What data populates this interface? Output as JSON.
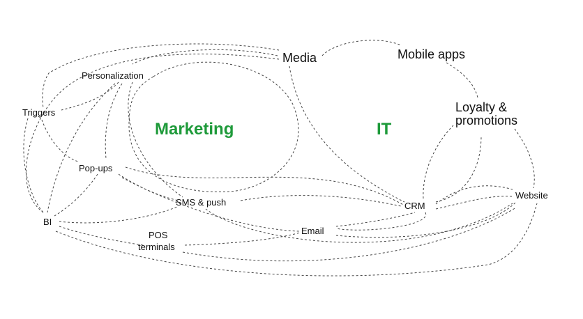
{
  "regions": {
    "marketing": {
      "label": "Marketing",
      "color": "#1e9a3a"
    },
    "it": {
      "label": "IT",
      "color": "#1e9a3a"
    }
  },
  "nodes": {
    "media": "Media",
    "mobile_apps": "Mobile apps",
    "personalization": "Personalization",
    "triggers": "Triggers",
    "loyalty_line1": "Loyalty &",
    "loyalty_line2": "promotions",
    "popups": "Pop-ups",
    "sms_push": "SMS & push",
    "crm": "CRM",
    "website": "Website",
    "bi": "BI",
    "email": "Email",
    "pos_line1": "POS",
    "pos_line2": "terminals"
  }
}
